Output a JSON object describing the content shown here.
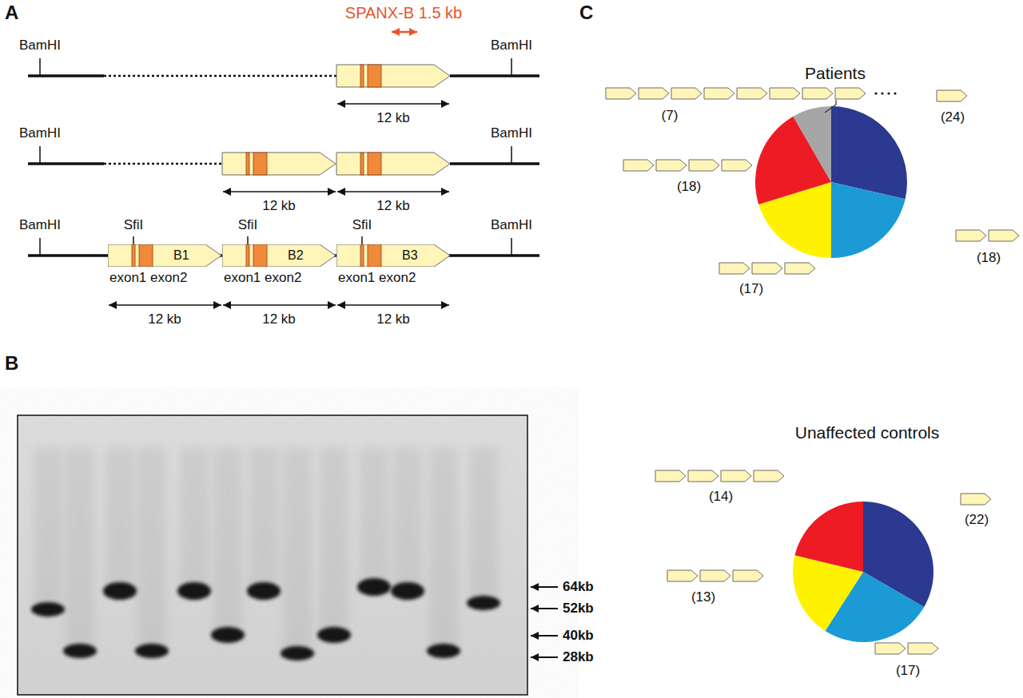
{
  "diagram": {
    "nodes": [
      {
        "text": [
          "B1"
        ]
      },
      {
        "text": [
          "B2"
        ]
      },
      {
        "text": [
          "B3"
        ]
      }
    ],
    "labels": [
      "A",
      "SPANX-B 1.5 kb",
      "BamHI",
      "BamHI",
      "12 kb",
      "BamHI",
      "BamHI",
      "12 kb",
      "12 kb",
      "BamHI",
      "SfiI",
      "SfiI",
      "SfiI",
      "BamHI",
      "exon1 exon2",
      "exon1 exon2",
      "exon1 exon2",
      "12 kb",
      "12 kb",
      "12 kb",
      "B",
      "64kb",
      "52kb",
      "40kb",
      "28kb",
      "C",
      "Patients",
      "(7)",
      "(24)",
      "(18)",
      "(18)",
      "(17)",
      "Unaffected controls",
      "(14)",
      "(22)",
      "(13)",
      "(17)"
    ]
  }
}
